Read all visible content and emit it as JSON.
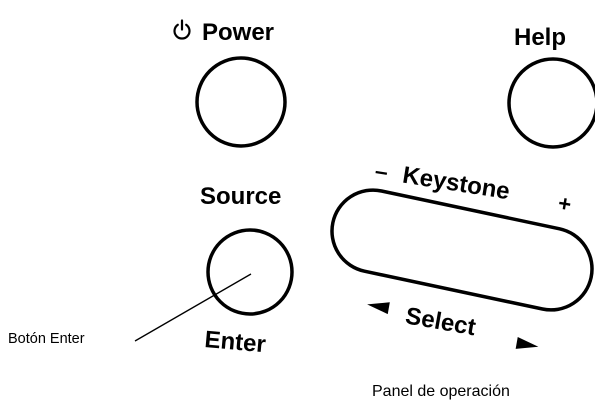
{
  "panel": {
    "power_label": "Power",
    "help_label": "Help",
    "keystone_label": "Keystone",
    "keystone_minus": "–",
    "keystone_plus": "+",
    "source_label": "Source",
    "enter_label": "Enter",
    "select_label": "Select",
    "enter_callout": "Botón Enter",
    "caption": "Panel de operación"
  },
  "icons": {
    "power": "power-icon",
    "select_left": "triangle-left-icon",
    "select_right": "triangle-right-icon"
  }
}
